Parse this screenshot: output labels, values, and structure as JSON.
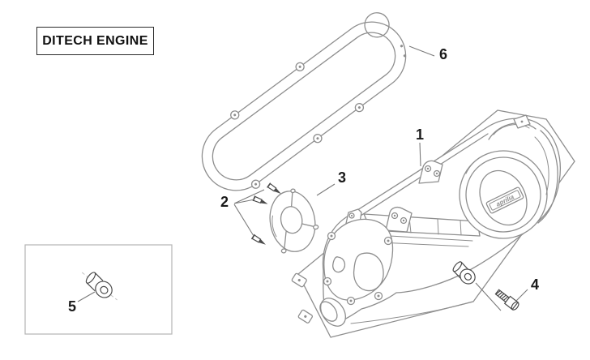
{
  "diagram": {
    "engine_label": "DITECH ENGINE",
    "brand_badge": "aprilia",
    "callouts": [
      {
        "num": "1"
      },
      {
        "num": "2"
      },
      {
        "num": "3"
      },
      {
        "num": "4"
      },
      {
        "num": "5"
      },
      {
        "num": "6"
      }
    ],
    "colors": {
      "bg": "#ffffff",
      "line": "#8e8e8e",
      "leader": "#7a7a7a",
      "fastener": "#4a4a4a",
      "label": "#1a1a1a",
      "border": "#2b2b2b"
    }
  }
}
